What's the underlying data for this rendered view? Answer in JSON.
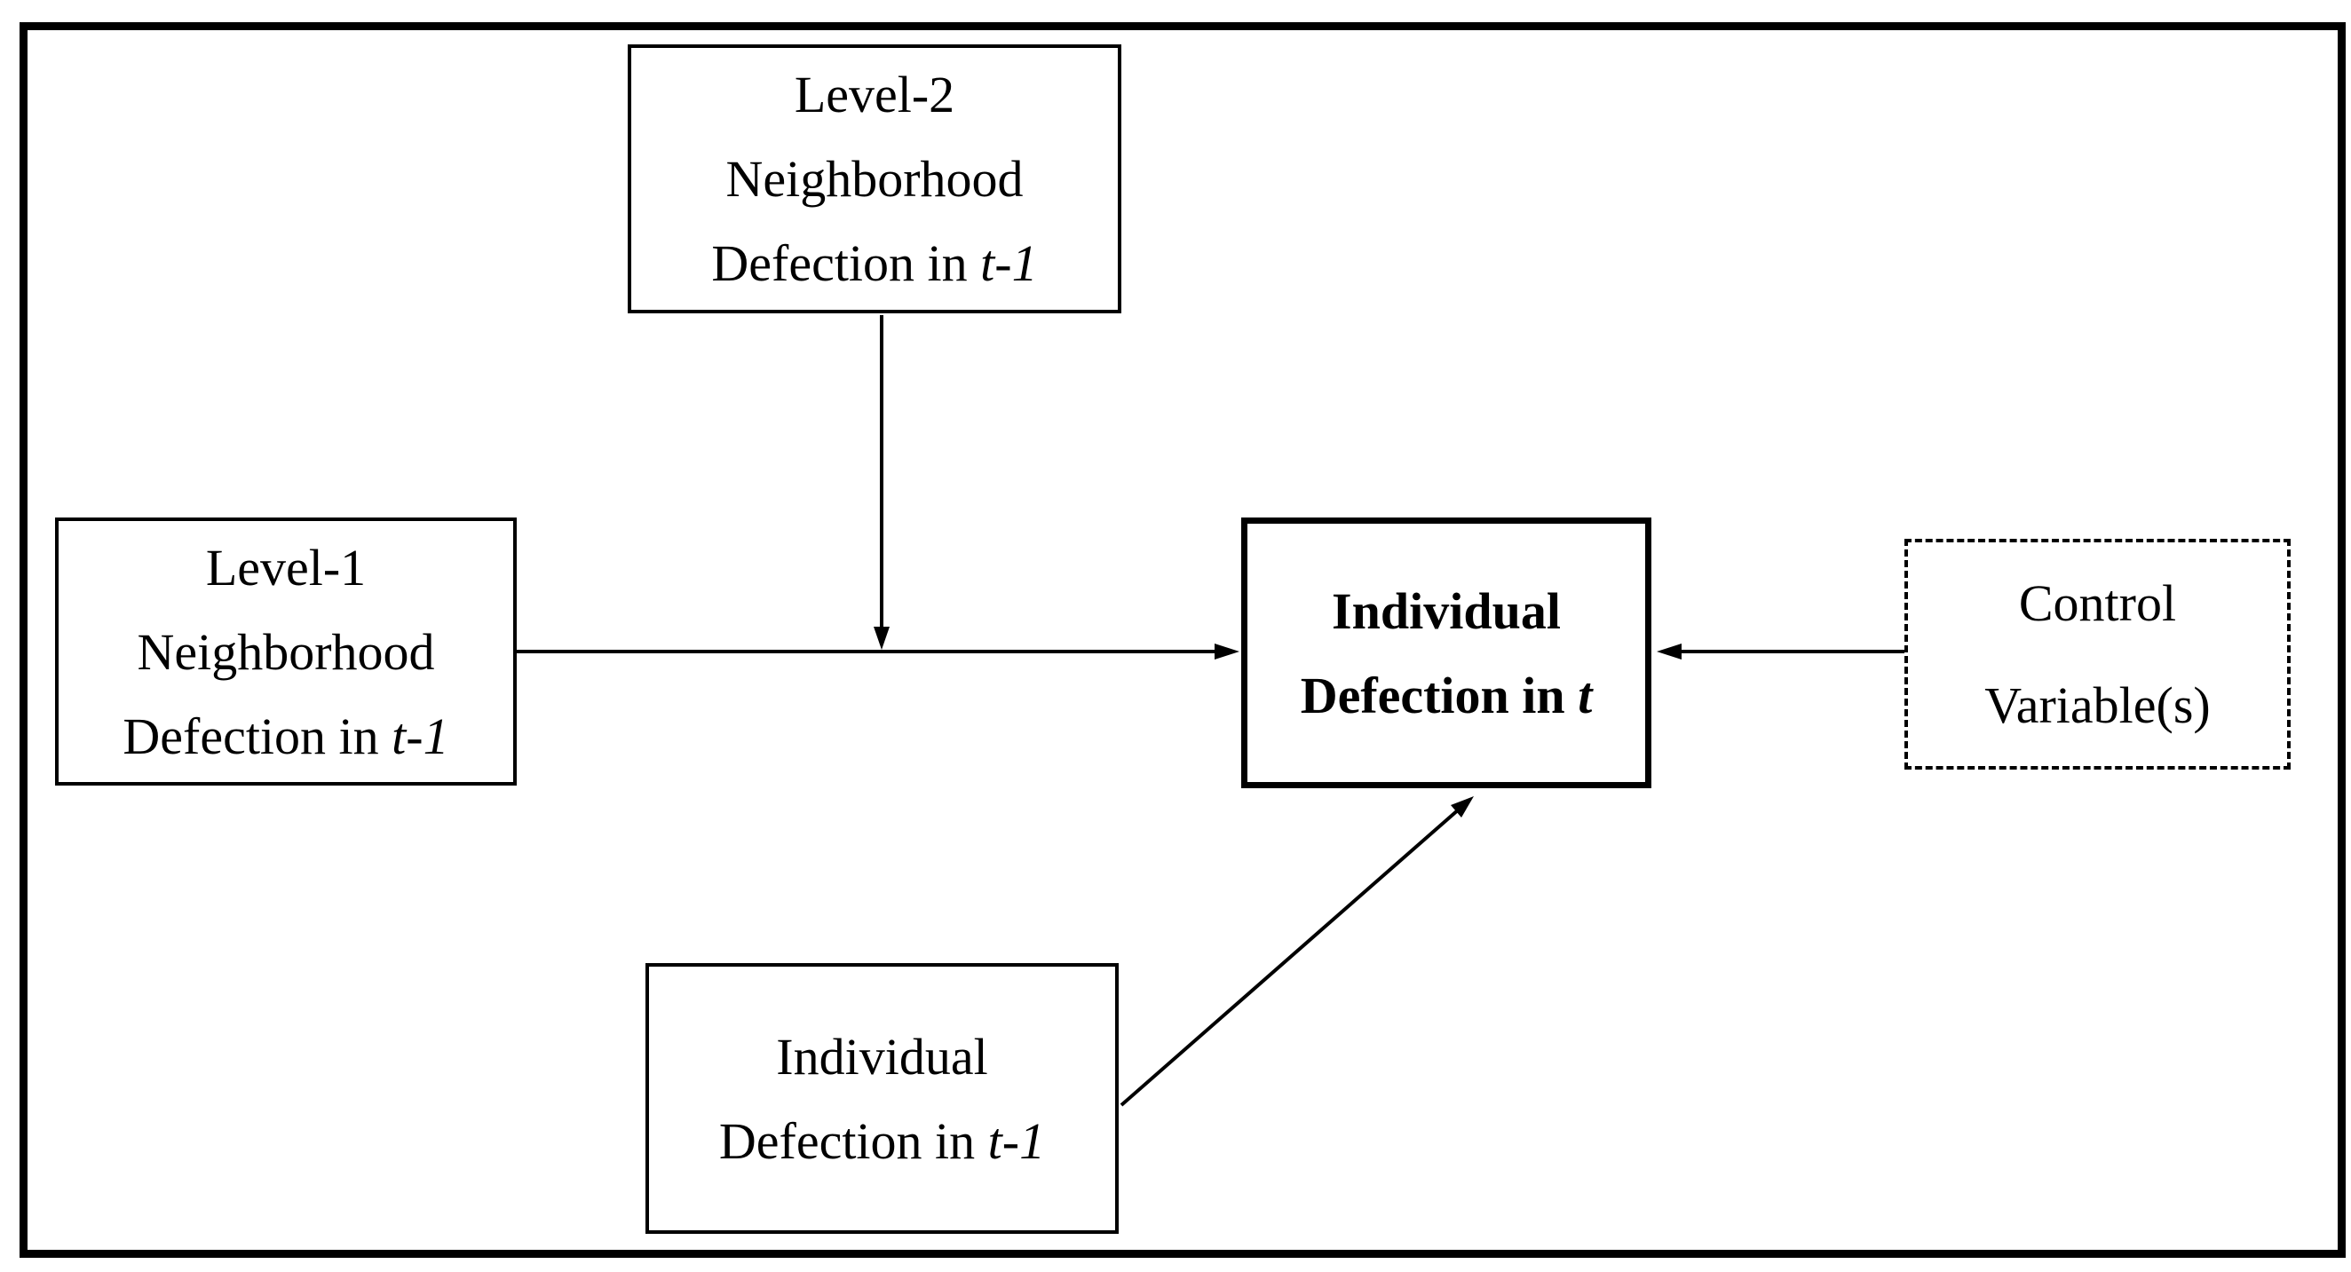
{
  "colors": {
    "ink": "#000000",
    "background": "#ffffff"
  },
  "boxes": {
    "level2": {
      "line1": "Level-2",
      "line2": "Neighborhood",
      "line3_prefix": "Defection in",
      "line3_time": "t-1"
    },
    "level1": {
      "line1": "Level-1",
      "line2": "Neighborhood",
      "line3_prefix": "Defection in",
      "line3_time": "t-1"
    },
    "individual_t": {
      "line1": "Individual",
      "line2_prefix": "Defection in",
      "line2_time": "t"
    },
    "control": {
      "line1": "Control",
      "line2": "Variable(s)"
    },
    "individual_t1": {
      "line1": "Individual",
      "line2_prefix": "Defection in",
      "line2_time": "t-1"
    }
  }
}
